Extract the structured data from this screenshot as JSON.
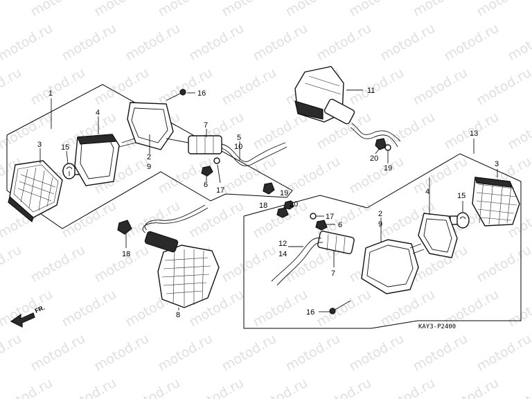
{
  "watermark": "motod.ru",
  "drawing_code": "KAY3-P2400",
  "direction_label": "FR.",
  "callouts": {
    "c1": "1",
    "c16a": "16",
    "c4a": "4",
    "c3a": "3",
    "c15a": "15",
    "c2a": "2",
    "c9a": "9",
    "c7a": "7",
    "c5": "5",
    "c10": "10",
    "c6a": "6",
    "c17a": "17",
    "c18a": "18",
    "c8": "8",
    "c11": "11",
    "c20a": "20",
    "c19a": "19",
    "c13": "13",
    "c3b": "3",
    "c4b": "4",
    "c15b": "15",
    "c18b": "18",
    "c19b": "19",
    "c20b": "20",
    "c2b": "2",
    "c9b": "9",
    "c17b": "17",
    "c6b": "6",
    "c12": "12",
    "c14": "14",
    "c7b": "7",
    "c16b": "16"
  }
}
